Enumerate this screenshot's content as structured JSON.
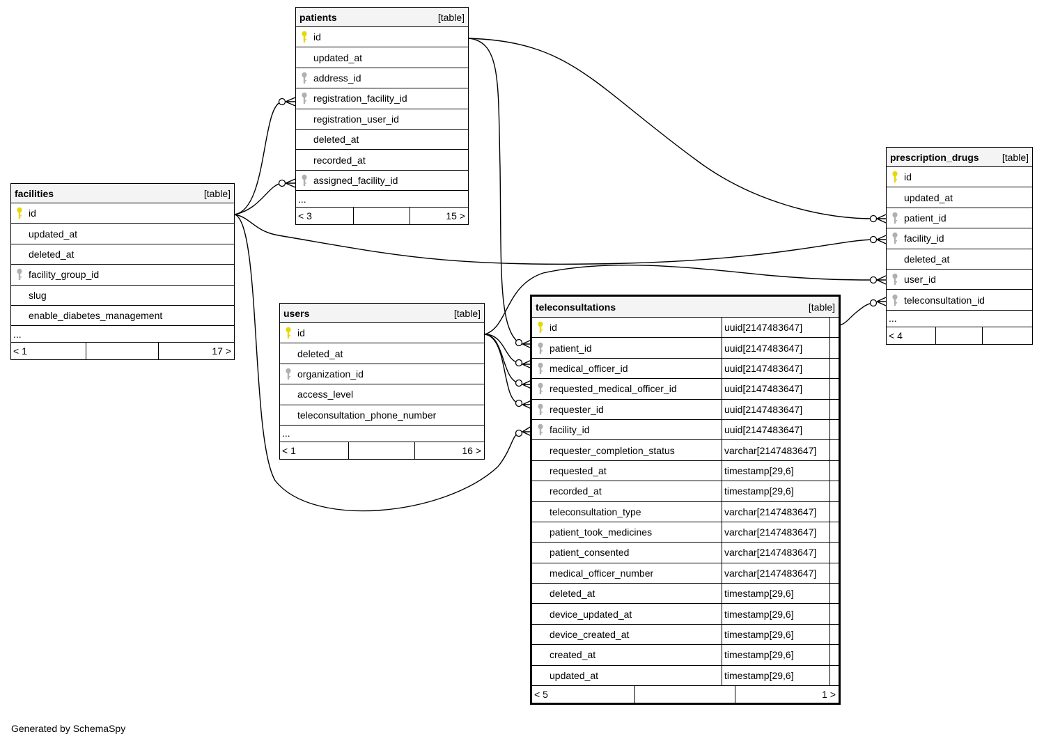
{
  "tables": {
    "patients": {
      "name": "patients",
      "kind": "[table]",
      "columns": [
        {
          "name": "id",
          "key": "pk"
        },
        {
          "name": "updated_at",
          "key": ""
        },
        {
          "name": "address_id",
          "key": "fk"
        },
        {
          "name": "registration_facility_id",
          "key": "fk"
        },
        {
          "name": "registration_user_id",
          "key": ""
        },
        {
          "name": "deleted_at",
          "key": ""
        },
        {
          "name": "recorded_at",
          "key": ""
        },
        {
          "name": "assigned_facility_id",
          "key": "fk"
        }
      ],
      "ellipsis": "...",
      "parents": "< 3",
      "children": "15 >"
    },
    "facilities": {
      "name": "facilities",
      "kind": "[table]",
      "columns": [
        {
          "name": "id",
          "key": "pk"
        },
        {
          "name": "updated_at",
          "key": ""
        },
        {
          "name": "deleted_at",
          "key": ""
        },
        {
          "name": "facility_group_id",
          "key": "fk"
        },
        {
          "name": "slug",
          "key": ""
        },
        {
          "name": "enable_diabetes_management",
          "key": ""
        }
      ],
      "ellipsis": "...",
      "parents": "< 1",
      "children": "17 >"
    },
    "users": {
      "name": "users",
      "kind": "[table]",
      "columns": [
        {
          "name": "id",
          "key": "pk"
        },
        {
          "name": "deleted_at",
          "key": ""
        },
        {
          "name": "organization_id",
          "key": "fk"
        },
        {
          "name": "access_level",
          "key": ""
        },
        {
          "name": "teleconsultation_phone_number",
          "key": ""
        }
      ],
      "ellipsis": "...",
      "parents": "< 1",
      "children": "16 >"
    },
    "prescription_drugs": {
      "name": "prescription_drugs",
      "kind": "[table]",
      "columns": [
        {
          "name": "id",
          "key": "pk"
        },
        {
          "name": "updated_at",
          "key": ""
        },
        {
          "name": "patient_id",
          "key": "fk"
        },
        {
          "name": "facility_id",
          "key": "fk"
        },
        {
          "name": "deleted_at",
          "key": ""
        },
        {
          "name": "user_id",
          "key": "fk"
        },
        {
          "name": "teleconsultation_id",
          "key": "fk"
        }
      ],
      "ellipsis": "...",
      "parents": "< 4",
      "children": ""
    },
    "teleconsultations": {
      "name": "teleconsultations",
      "kind": "[table]",
      "columns": [
        {
          "name": "id",
          "type": "uuid[2147483647]",
          "key": "pk"
        },
        {
          "name": "patient_id",
          "type": "uuid[2147483647]",
          "key": "fk"
        },
        {
          "name": "medical_officer_id",
          "type": "uuid[2147483647]",
          "key": "fk"
        },
        {
          "name": "requested_medical_officer_id",
          "type": "uuid[2147483647]",
          "key": "fk"
        },
        {
          "name": "requester_id",
          "type": "uuid[2147483647]",
          "key": "fk"
        },
        {
          "name": "facility_id",
          "type": "uuid[2147483647]",
          "key": "fk"
        },
        {
          "name": "requester_completion_status",
          "type": "varchar[2147483647]",
          "key": ""
        },
        {
          "name": "requested_at",
          "type": "timestamp[29,6]",
          "key": ""
        },
        {
          "name": "recorded_at",
          "type": "timestamp[29,6]",
          "key": ""
        },
        {
          "name": "teleconsultation_type",
          "type": "varchar[2147483647]",
          "key": ""
        },
        {
          "name": "patient_took_medicines",
          "type": "varchar[2147483647]",
          "key": ""
        },
        {
          "name": "patient_consented",
          "type": "varchar[2147483647]",
          "key": ""
        },
        {
          "name": "medical_officer_number",
          "type": "varchar[2147483647]",
          "key": ""
        },
        {
          "name": "deleted_at",
          "type": "timestamp[29,6]",
          "key": ""
        },
        {
          "name": "device_updated_at",
          "type": "timestamp[29,6]",
          "key": ""
        },
        {
          "name": "device_created_at",
          "type": "timestamp[29,6]",
          "key": ""
        },
        {
          "name": "created_at",
          "type": "timestamp[29,6]",
          "key": ""
        },
        {
          "name": "updated_at",
          "type": "timestamp[29,6]",
          "key": ""
        }
      ],
      "parents": "< 5",
      "children": "1 >"
    }
  },
  "relationships": [
    {
      "from": "facilities.id",
      "to": "patients.registration_facility_id"
    },
    {
      "from": "facilities.id",
      "to": "patients.assigned_facility_id"
    },
    {
      "from": "facilities.id",
      "to": "prescription_drugs.facility_id"
    },
    {
      "from": "facilities.id",
      "to": "teleconsultations.facility_id"
    },
    {
      "from": "patients.id",
      "to": "prescription_drugs.patient_id"
    },
    {
      "from": "patients.id",
      "to": "teleconsultations.patient_id"
    },
    {
      "from": "users.id",
      "to": "prescription_drugs.user_id"
    },
    {
      "from": "users.id",
      "to": "teleconsultations.medical_officer_id"
    },
    {
      "from": "users.id",
      "to": "teleconsultations.requested_medical_officer_id"
    },
    {
      "from": "users.id",
      "to": "teleconsultations.requester_id"
    },
    {
      "from": "teleconsultations.id",
      "to": "prescription_drugs.teleconsultation_id"
    }
  ],
  "colors": {
    "primary_key": "#e6d800",
    "foreign_key": "#b0b0b0",
    "header_bg": "#f4f4f4"
  },
  "footer": {
    "text": "Generated by SchemaSpy"
  }
}
